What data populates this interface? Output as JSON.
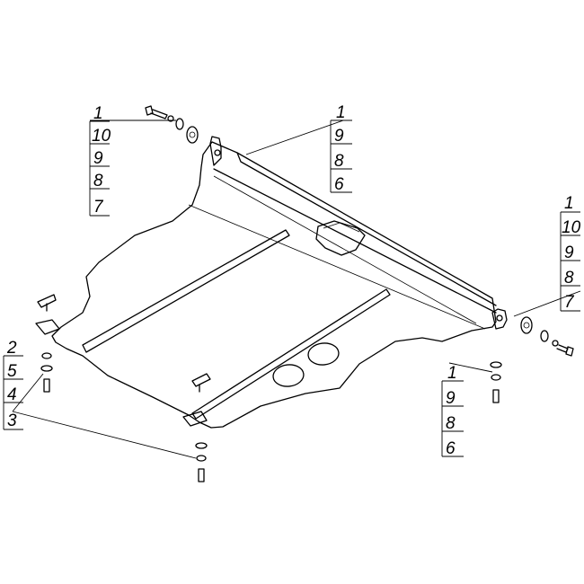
{
  "callouts": {
    "top_left": [
      "1",
      "10",
      "9",
      "8",
      "7"
    ],
    "top_right": [
      "1",
      "9",
      "8",
      "6"
    ],
    "right": [
      "1",
      "10",
      "9",
      "8",
      "7"
    ],
    "left": [
      "2",
      "5",
      "4",
      "3"
    ],
    "bottom_right": [
      "1",
      "9",
      "8",
      "6"
    ]
  },
  "colors": {
    "line": "#000000",
    "background": "#ffffff"
  }
}
